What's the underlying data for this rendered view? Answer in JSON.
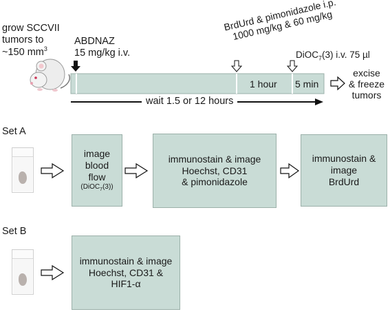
{
  "top": {
    "grow_line1": "grow SCCVII",
    "grow_line2": "tumors to",
    "grow_line3_prefix": "~150 mm",
    "grow_line3_sup": "3",
    "abdnaz_title": "ABDNAZ",
    "abdnaz_dose": "15 mg/kg i.v.",
    "brdurd_line1": "BrdUrd & pimonidazole i.p.",
    "brdurd_line2": "1000 mg/kg & 60 mg/kg",
    "dioc_prefix": "DiOC",
    "dioc_sub": "7",
    "dioc_suffix": "(3) i.v. 75 µl",
    "one_hour": "1 hour",
    "five_min": "5 min",
    "excise_line1": "excise",
    "excise_line2": "& freeze",
    "excise_line3": "tumors",
    "wait_label": "wait 1.5 or 12 hours"
  },
  "setA": {
    "label": "Set A",
    "box1_line1": "image",
    "box1_line2": "blood",
    "box1_line3": "flow",
    "box1_small_prefix": "(DiOC",
    "box1_small_sub": "7",
    "box1_small_suffix": "(3))",
    "box2_line1": "immunostain & image",
    "box2_line2": "Hoechst, CD31",
    "box2_line3": "& pimonidazole",
    "box3_line1": "immunostain &",
    "box3_line2": "image",
    "box3_line3": "BrdUrd"
  },
  "setB": {
    "label": "Set B",
    "box_line1": "immunostain & image",
    "box_line2": "Hoechst, CD31 &",
    "box_line3": "HIF1-α"
  },
  "colors": {
    "box_fill": "#c9dcd6",
    "box_border": "#9bb0a9",
    "arrow": "#111111"
  }
}
